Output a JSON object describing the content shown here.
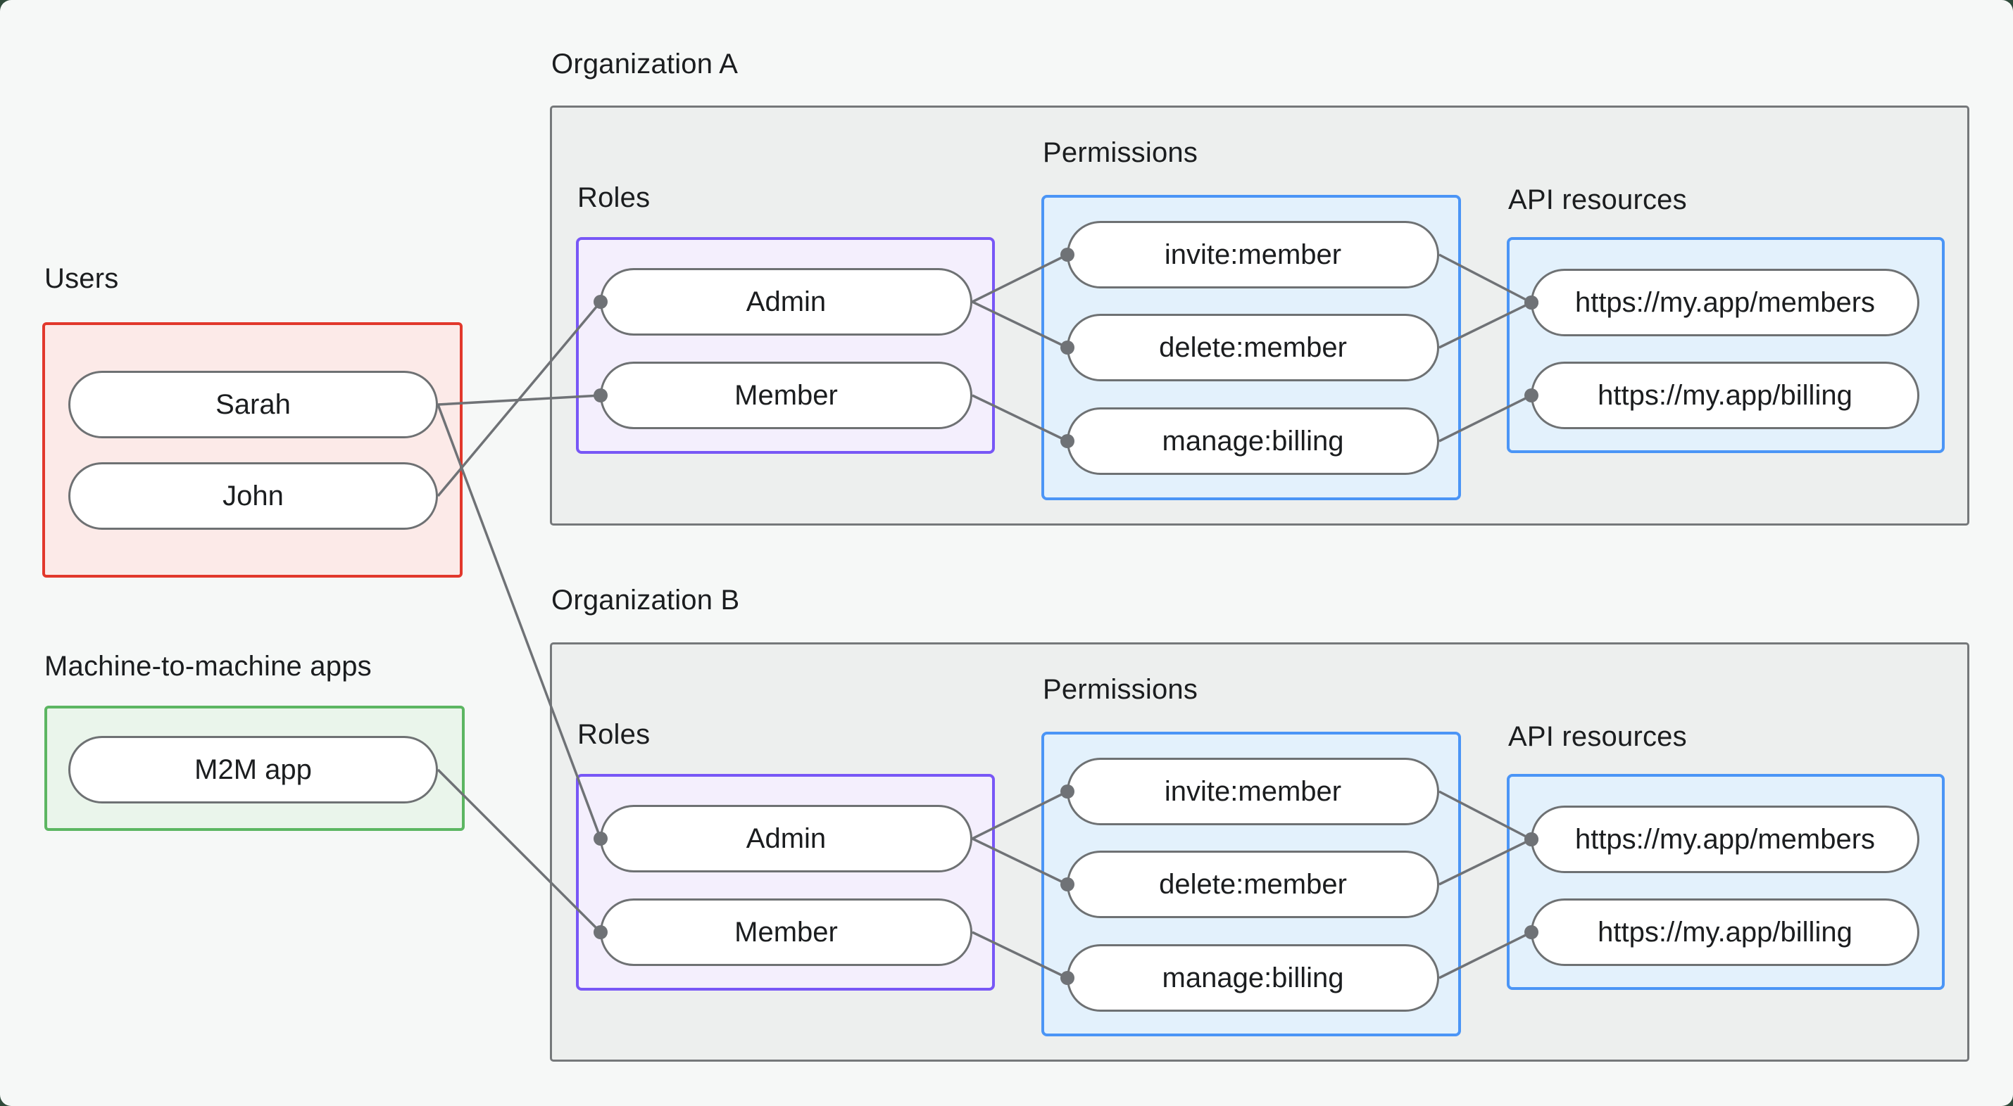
{
  "colors": {
    "background": "#F6F8F7",
    "corner_backdrop": "#2F4A3A",
    "ink": "#1B1D1F",
    "connection_line": "#6F7276",
    "pill_border": "#6E7173",
    "pill_fill": "#FFFFFF",
    "org_box_fill": "#EDEFEE",
    "org_box_border": "#75787A",
    "users_box_border": "#E2382C",
    "users_box_fill": "#FCEAE8",
    "m2m_box_border": "#5CB662",
    "m2m_box_fill": "#EAF5EB",
    "roles_box_border": "#7857F6",
    "roles_box_fill": "#F4EFFD",
    "blue_box_border": "#4B95F6",
    "blue_box_fill": "#E3F1FC"
  },
  "groups": {
    "users": {
      "label": "Users",
      "items": [
        "Sarah",
        "John"
      ]
    },
    "m2m": {
      "label": "Machine-to-machine apps",
      "items": [
        "M2M app"
      ]
    },
    "org_a": {
      "label": "Organization A",
      "roles_label": "Roles",
      "permissions_label": "Permissions",
      "api_label": "API resources",
      "roles": [
        "Admin",
        "Member"
      ],
      "permissions": [
        "invite:member",
        "delete:member",
        "manage:billing"
      ],
      "api_resources": [
        "https://my.app/members",
        "https://my.app/billing"
      ]
    },
    "org_b": {
      "label": "Organization B",
      "roles_label": "Roles",
      "permissions_label": "Permissions",
      "api_label": "API resources",
      "roles": [
        "Admin",
        "Member"
      ],
      "permissions": [
        "invite:member",
        "delete:member",
        "manage:billing"
      ],
      "api_resources": [
        "https://my.app/members",
        "https://my.app/billing"
      ]
    }
  },
  "connections": [
    {
      "from": "users.sarah",
      "to": "org_a.member"
    },
    {
      "from": "users.john",
      "to": "org_a.admin"
    },
    {
      "from": "users.sarah",
      "to": "org_b.admin"
    },
    {
      "from": "m2m.app",
      "to": "org_b.member"
    },
    {
      "from": "org_a.admin",
      "to": "org_a.invite"
    },
    {
      "from": "org_a.admin",
      "to": "org_a.delete"
    },
    {
      "from": "org_a.member",
      "to": "org_a.manage"
    },
    {
      "from": "org_a.invite",
      "to": "org_a.members"
    },
    {
      "from": "org_a.delete",
      "to": "org_a.members"
    },
    {
      "from": "org_a.manage",
      "to": "org_a.billing"
    },
    {
      "from": "org_b.admin",
      "to": "org_b.invite"
    },
    {
      "from": "org_b.admin",
      "to": "org_b.delete"
    },
    {
      "from": "org_b.member",
      "to": "org_b.manage"
    },
    {
      "from": "org_b.invite",
      "to": "org_b.members"
    },
    {
      "from": "org_b.delete",
      "to": "org_b.members"
    },
    {
      "from": "org_b.manage",
      "to": "org_b.billing"
    }
  ]
}
